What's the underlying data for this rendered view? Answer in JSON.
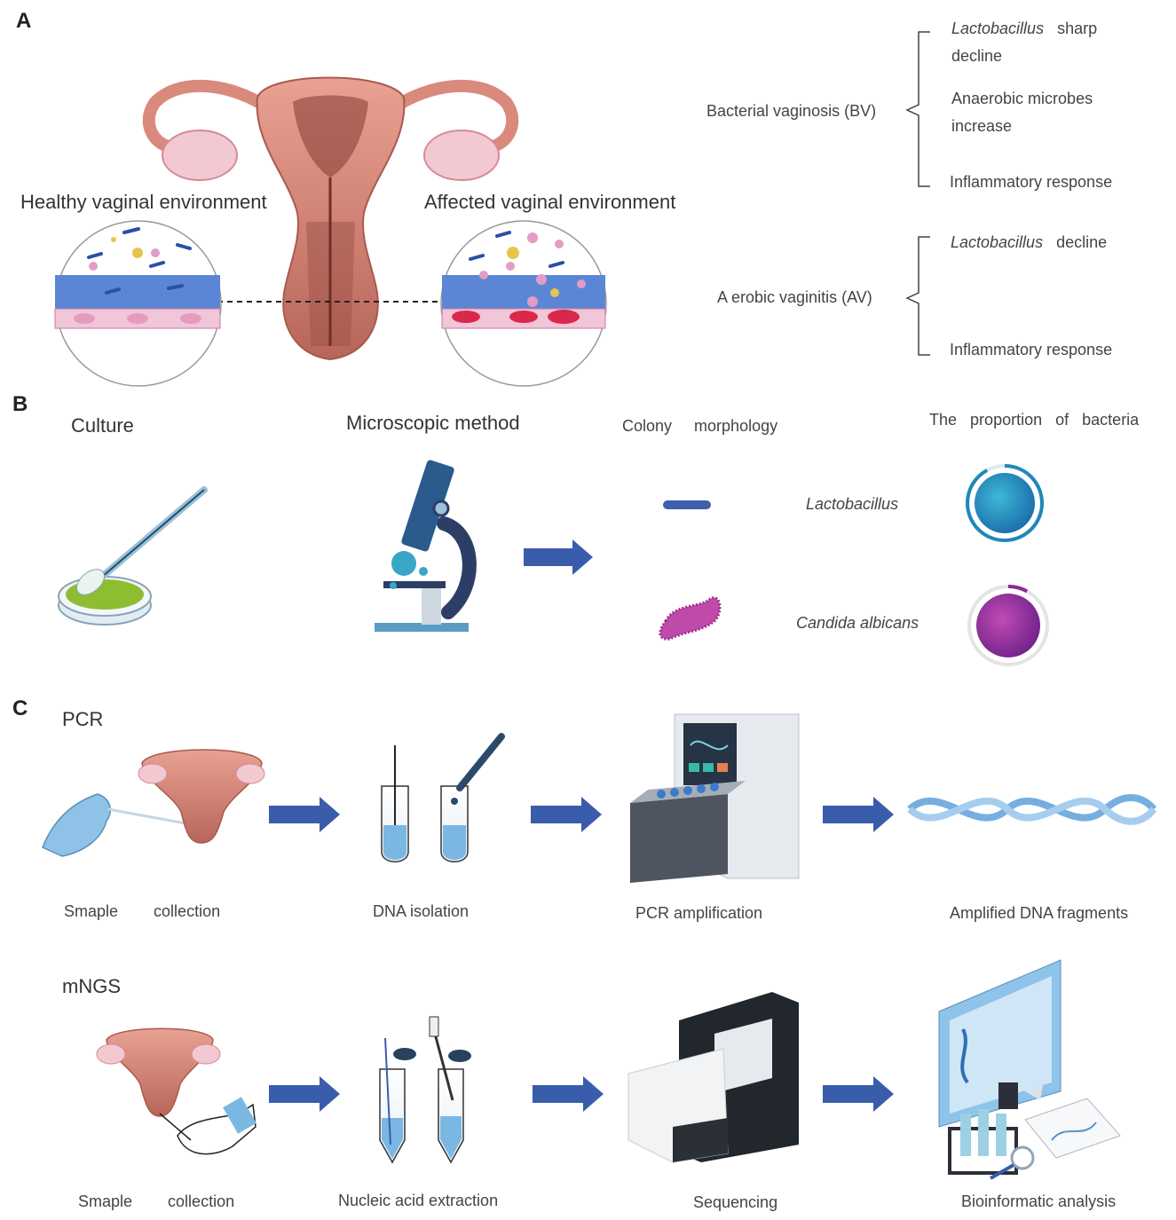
{
  "panel_a": {
    "letter": "A",
    "healthy_label": "Healthy vaginal environment",
    "affected_label": "Affected vaginal environment",
    "bv": {
      "label": "Bacterial vaginosis (BV)",
      "items": [
        "Lactobacillus",
        "sharp",
        "decline",
        "Anaerobic microbes",
        "increase",
        "Inflammatory response"
      ]
    },
    "av": {
      "label": "A erobic vaginitis (AV)",
      "items": [
        "Lactobacillus",
        "decline",
        "Inflammatory response"
      ]
    }
  },
  "panel_b": {
    "letter": "B",
    "culture": "Culture",
    "microscopic": "Microscopic method",
    "colony_header": [
      "Colony",
      "morphology"
    ],
    "proportion_header": [
      "The",
      "proportion",
      "of",
      "bacteria"
    ],
    "organisms": [
      "Lactobacillus",
      "Candida albicans"
    ],
    "proportions": {
      "lactobacillus": 0.92,
      "candida_albicans": 0.08
    },
    "colors": {
      "lactobacillus": "#1e88b8",
      "candida": "#8e2a9a",
      "rod": "#3d5fae"
    }
  },
  "panel_c": {
    "letter": "C",
    "pcr": {
      "title": "PCR",
      "steps": [
        [
          "Smaple",
          "collection"
        ],
        "DNA isolation",
        "PCR amplification",
        "Amplified DNA fragments"
      ]
    },
    "mngs": {
      "title": "mNGS",
      "steps": [
        [
          "Smaple",
          "collection"
        ],
        "Nucleic acid extraction",
        "Sequencing",
        "Bioinformatic analysis"
      ]
    }
  },
  "colors": {
    "arrow": "#3a5dab",
    "uterus": "#c9776b",
    "epithelium_blue": "#5b86d6",
    "cell_pink": "#f0c6d8"
  }
}
